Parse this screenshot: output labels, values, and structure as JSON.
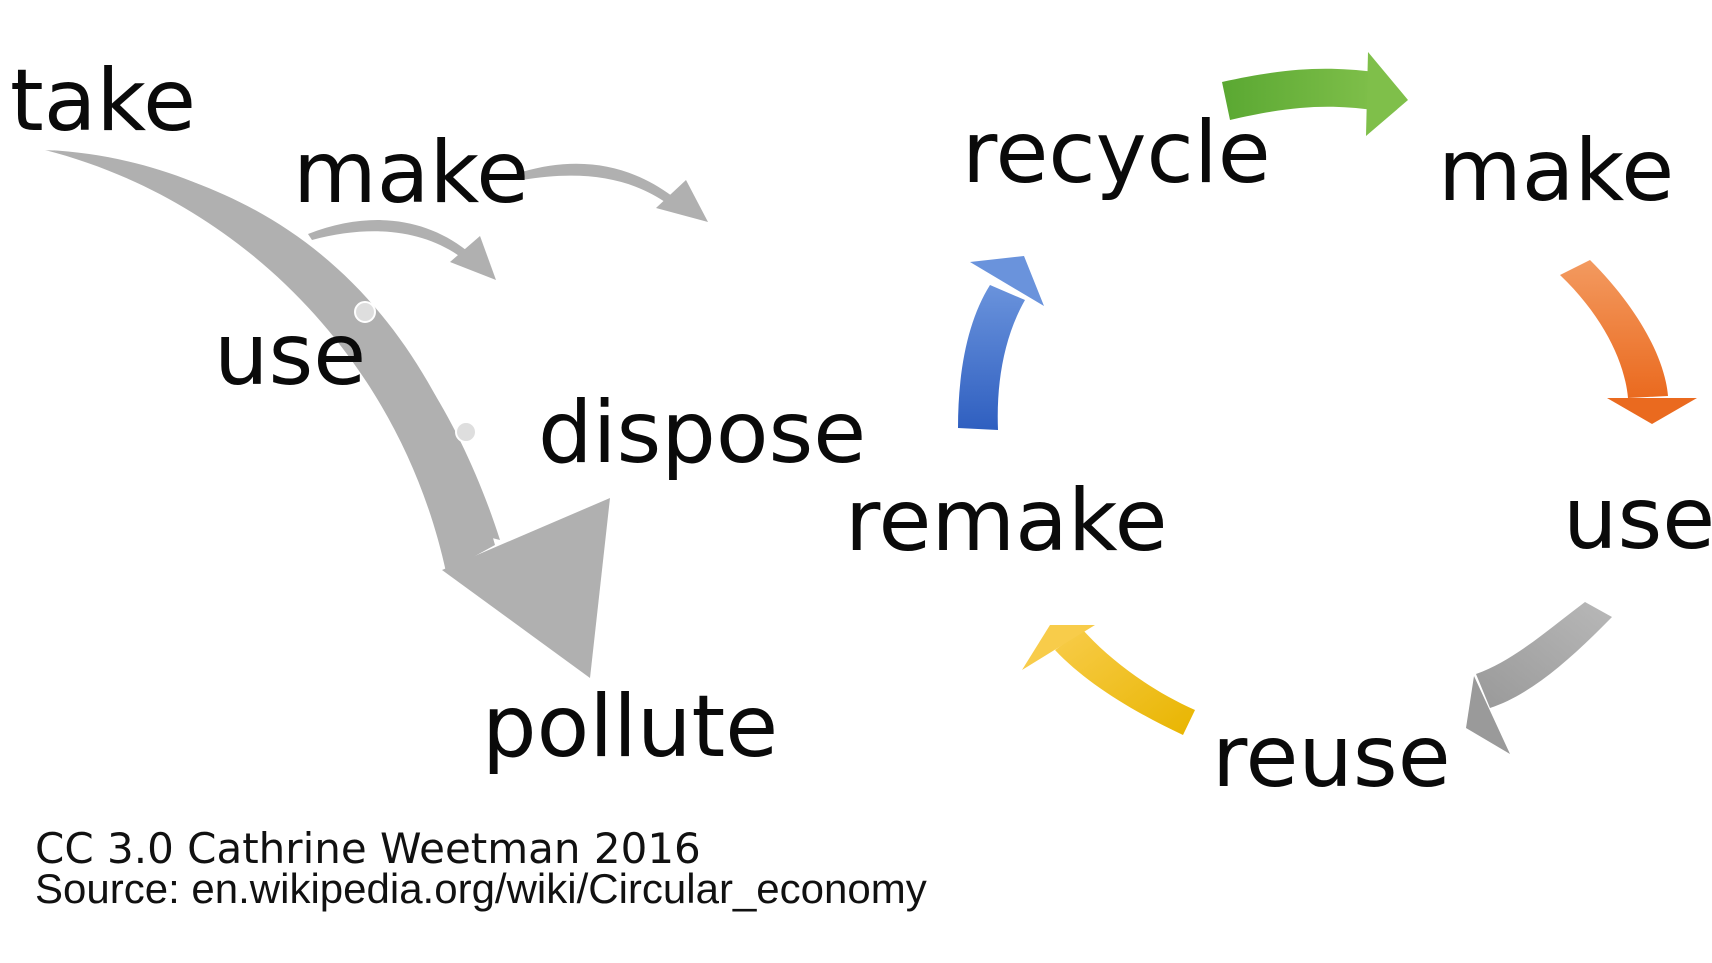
{
  "linear_economy": {
    "steps": [
      "take",
      "make",
      "use",
      "dispose",
      "pollute"
    ],
    "arrow_color": "#b0b0b0",
    "marker_color": "#dedede"
  },
  "circular_economy": {
    "steps": [
      "recycle",
      "make",
      "use",
      "reuse",
      "remake"
    ],
    "arrow_colors": {
      "recycle_to_make": "#6db33f",
      "make_to_use": "#ef7a30",
      "use_to_reuse": "#a6a6a6",
      "reuse_to_remake": "#f2bd17",
      "remake_to_recycle": "#4a74c9"
    }
  },
  "credits": {
    "license": "CC 3.0 Cathrine Weetman 2016",
    "source": "Source: en.wikipedia.org/wiki/Circular_economy"
  }
}
